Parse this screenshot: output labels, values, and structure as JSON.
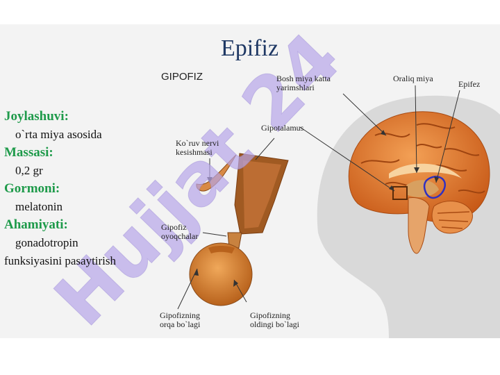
{
  "slide": {
    "title": "Epifiz",
    "gipofiz_heading": "GIPOFIZ",
    "info": [
      {
        "heading": "Joylashuvi:",
        "value": "o`rta miya asosida"
      },
      {
        "heading": "Massasi:",
        "value": "0,2 gr"
      },
      {
        "heading": "Gormoni:",
        "value": "melatonin"
      },
      {
        "heading": "Ahamiyati:",
        "value": "gonadotropin",
        "value2": "funksiyasini pasaytirish"
      }
    ],
    "pituitary_labels": {
      "optic_chiasm_1": "Ko`ruv nervi",
      "optic_chiasm_2": "kesishmasi",
      "hypothalamus": "Gipotalamus",
      "stalk_1": "Gipofiz",
      "stalk_2": "oyoqchalar",
      "posterior_1": "Gipofizning",
      "posterior_2": "orqa bo`lagi",
      "anterior_1": "Gipofizning",
      "anterior_2": "oldingi bo`lagi"
    },
    "brain_labels": {
      "cerebrum_1": "Bosh miya katta",
      "cerebrum_2": "yarimshlari",
      "diencephalon": "Oraliq miya",
      "epiphysis": "Epifez"
    },
    "watermark": "Hujjat 24",
    "colors": {
      "title": "#1f3864",
      "heading_green": "#1e9a4a",
      "watermark": "#b6a5e8",
      "gland": "#d9843a",
      "brain": "#e07a2f",
      "head_silhouette": "#d9d9d9"
    }
  }
}
